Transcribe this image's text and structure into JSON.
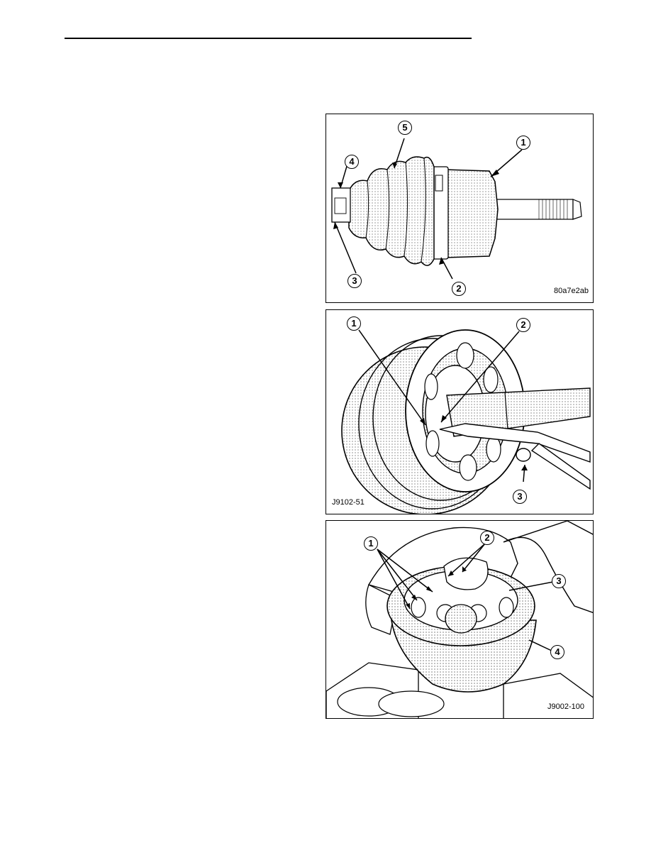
{
  "figures": [
    {
      "code": "80a7e2ab",
      "callouts": [
        "1",
        "2",
        "3",
        "4",
        "5"
      ]
    },
    {
      "code": "J9102-51",
      "callouts": [
        "1",
        "2",
        "3"
      ]
    },
    {
      "code": "J9002-100",
      "callouts": [
        "1",
        "2",
        "3",
        "4"
      ]
    }
  ]
}
